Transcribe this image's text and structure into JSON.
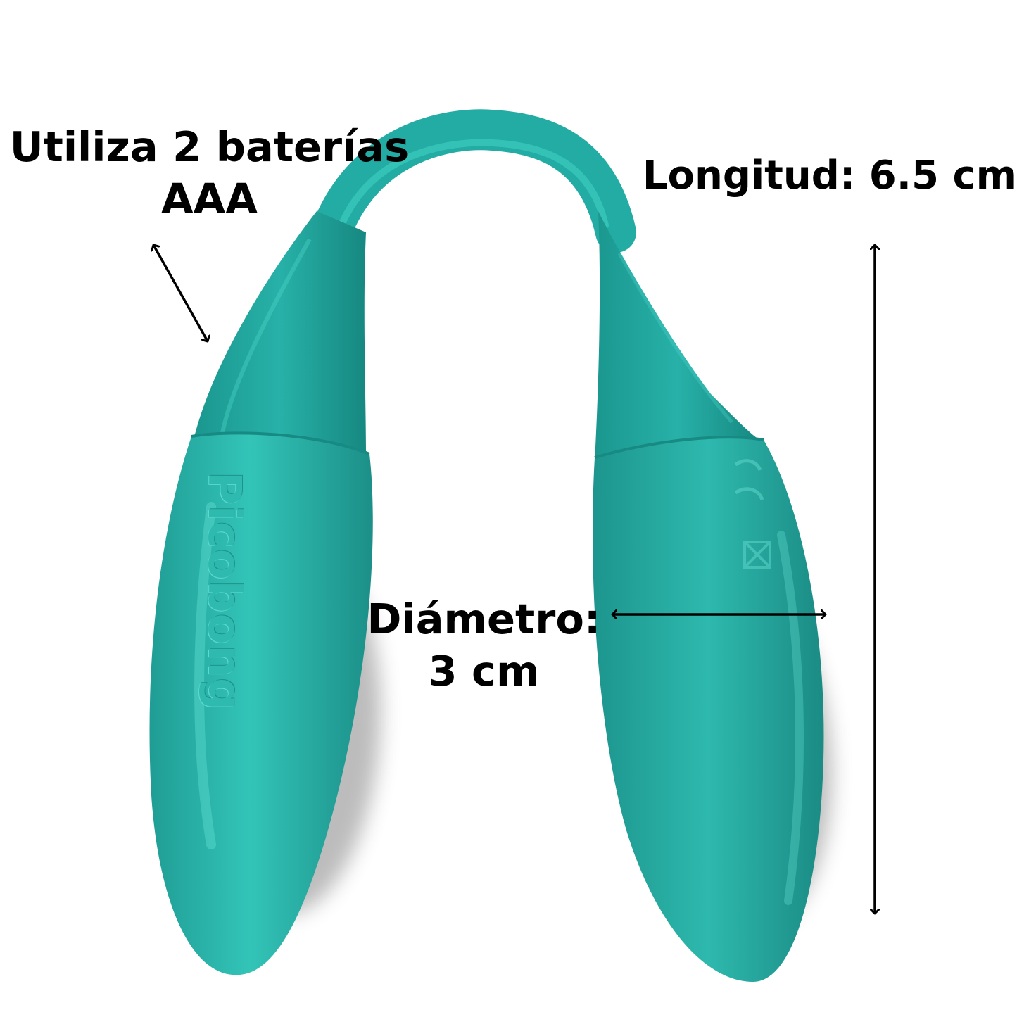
{
  "annotations": {
    "batteries": {
      "line1": "Utiliza 2 baterías",
      "line2": "AAA"
    },
    "length": "Longitud: 6.5 cm",
    "diameter": {
      "line1": "Diámetro:",
      "line2": "3 cm"
    }
  },
  "product": {
    "brand_embossed": "Picobong",
    "color": "#2cb8ad"
  }
}
